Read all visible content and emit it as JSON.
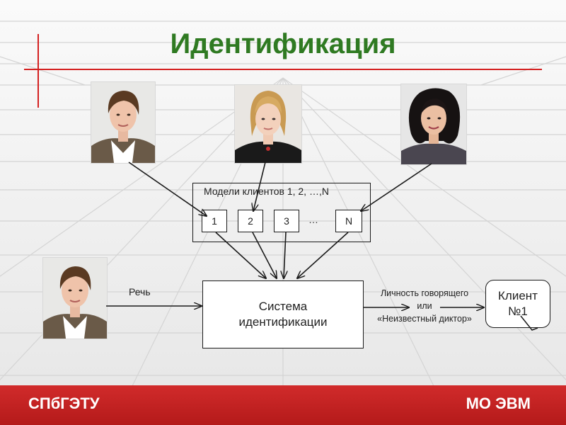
{
  "title": "Идентификация",
  "models": {
    "label": "Модели клиентов 1, 2, …,N",
    "boxes": [
      "1",
      "2",
      "3",
      "N"
    ],
    "ellipsis": "…"
  },
  "system": {
    "line1": "Система",
    "line2": "идентификации"
  },
  "speech_label": "Речь",
  "result": {
    "line1": "Личность говорящего",
    "line2": "или",
    "line3": "«Неизвестный диктор»"
  },
  "client": {
    "line1": "Клиент",
    "line2": "№1"
  },
  "footer": {
    "left": "СПбГЭТУ",
    "right": "МО ЭВМ"
  },
  "colors": {
    "title": "#2f7a22",
    "accent_line": "#d42020",
    "footer": "#c52222"
  }
}
